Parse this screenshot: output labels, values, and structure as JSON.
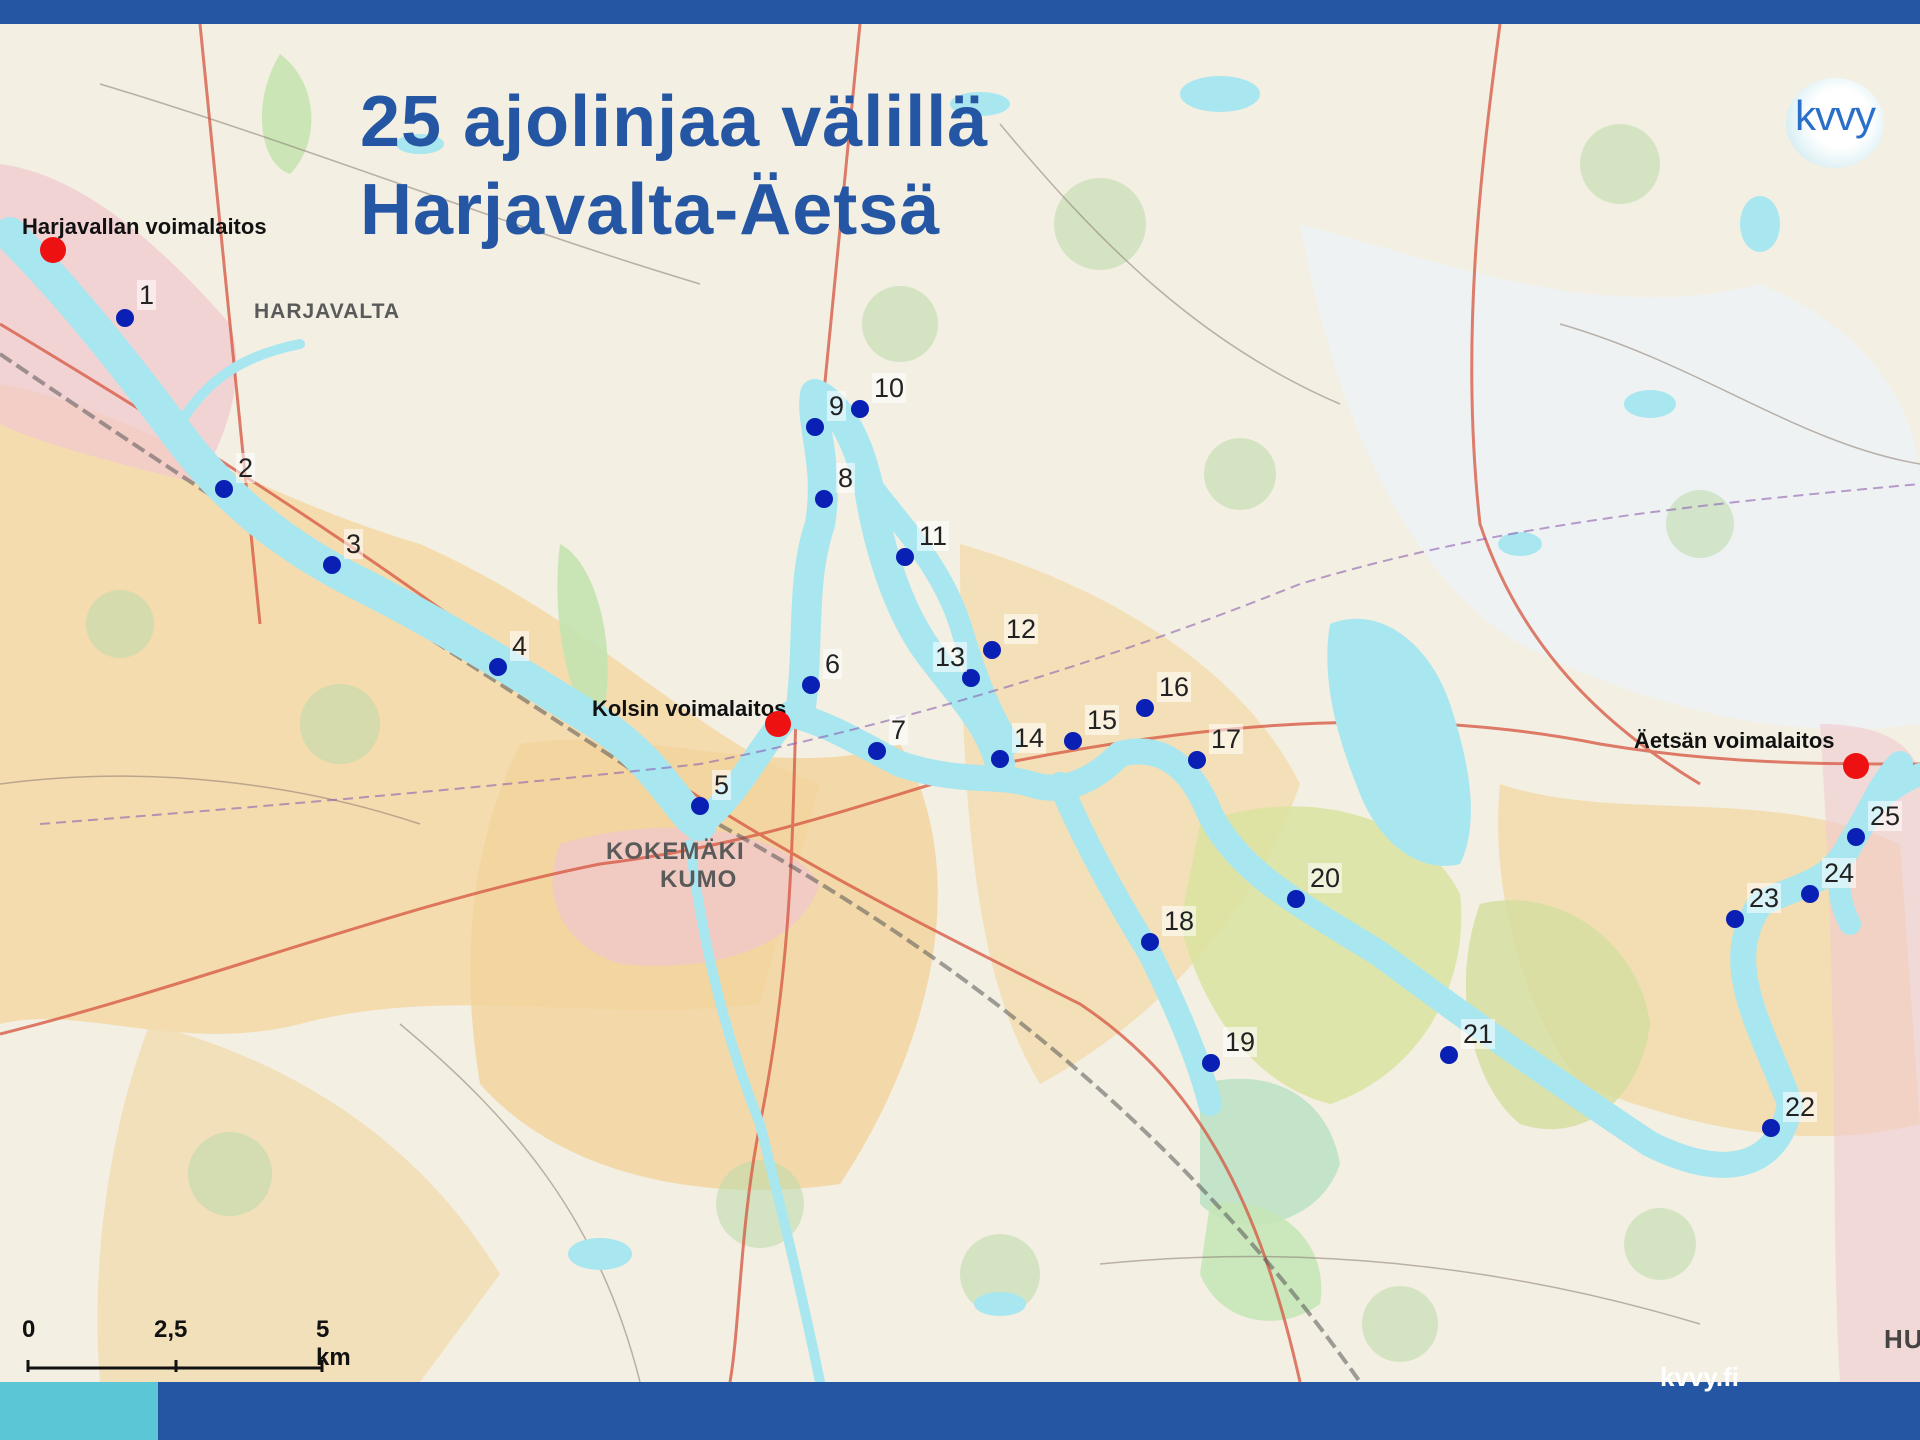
{
  "title": {
    "line1": "25 ajolinjaa välillä",
    "line2": "Harjavalta-Äetsä"
  },
  "logo": {
    "text": "kvvy"
  },
  "power_plants": [
    {
      "name": "Harjavallan voimalaitos"
    },
    {
      "name": "Kolsin voimalaitos"
    },
    {
      "name": "Äetsän voimalaitos"
    }
  ],
  "transect_points": [
    "1",
    "2",
    "3",
    "4",
    "5",
    "6",
    "7",
    "8",
    "9",
    "10",
    "11",
    "12",
    "13",
    "14",
    "15",
    "16",
    "17",
    "18",
    "19",
    "20",
    "21",
    "22",
    "23",
    "24",
    "25"
  ],
  "place_labels": {
    "harjavalta": "HARJAVALTA",
    "kokemaki": "KOKEMÄKI",
    "kumo": "KUMO",
    "hu": "HU"
  },
  "scale_bar": {
    "start": "0",
    "mid": "2,5",
    "end": "5 km"
  },
  "footer": {
    "text": "kvvy.fi"
  },
  "colors": {
    "brand_blue": "#2456a4",
    "accent_cyan": "#5bc7d6",
    "water": "#a8e6f0",
    "plant_marker": "#ee1111",
    "point_marker": "#0a1fb3"
  }
}
